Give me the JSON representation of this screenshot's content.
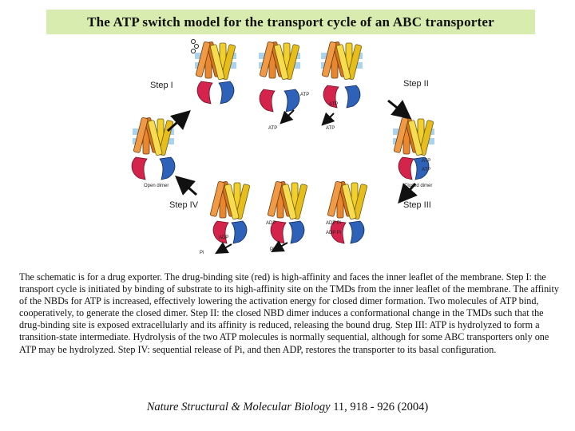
{
  "title": "The ATP switch model for the transport cycle of an ABC transporter",
  "figure": {
    "steps": [
      "Step I",
      "Step II",
      "Step III",
      "Step IV"
    ],
    "labels": {
      "atp": "ATP",
      "adp": "ADP",
      "adp_pi": "ADP Pi",
      "pi": "Pi",
      "open_dimer": "Open dimer",
      "closed_dimer": "Closed dimer"
    }
  },
  "caption": "The schematic is for a drug exporter.  The drug-binding site (red) is high-affinity and faces the inner leaflet of the membrane. Step I: the transport cycle is initiated by binding of substrate to its high-affinity site on the TMDs from the inner leaflet of the membrane. The affinity of the NBDs for ATP is increased, effectively lowering the activation energy for closed dimer formation. Two molecules of ATP bind, cooperatively, to generate the closed dimer. Step II: the closed NBD dimer induces a conformational change in the TMDs such that the drug-binding site is exposed extracellularly and its affinity is reduced, releasing the bound drug. Step III: ATP is hydrolyzed to form a transition-state intermediate. Hydrolysis of the two ATP molecules is normally sequential, although for some ABC transporters only one ATP may be hydrolyzed. Step IV: sequential release of Pi, and then ADP, restores the transporter to its basal configuration.",
  "citation": {
    "journal": "Nature Structural & Molecular Biology",
    "details": "  11, 918 - 926 (2004)"
  },
  "colors": {
    "title_bg": "#d9ecb0",
    "membrane": "#a9d3ee",
    "tmd_orange": "#e8872e",
    "tmd_yellow": "#f2cf2a",
    "nbd_red": "#d4244c",
    "nbd_blue": "#2e62b8",
    "arrow": "#111111"
  }
}
